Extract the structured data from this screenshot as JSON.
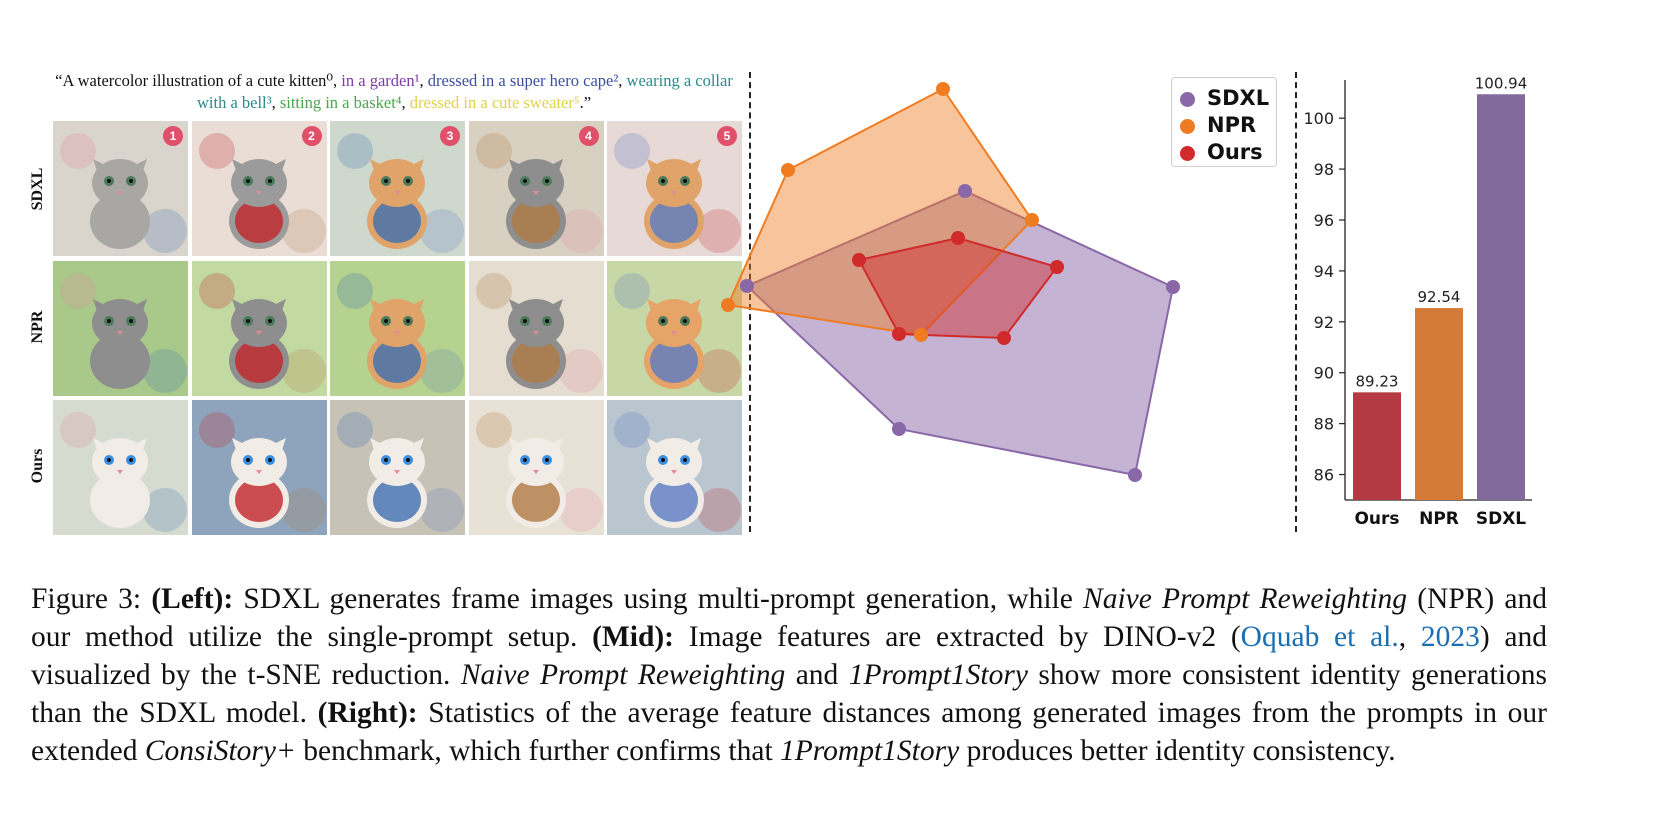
{
  "prompt": {
    "open_quote": "“",
    "p0": "A watercolor illustration of a cute kitten⁰",
    "sep0": ", ",
    "p1": "in a garden¹",
    "sep1": ", ",
    "p2": "dressed in a super hero cape²",
    "sep2": ", ",
    "p3": "wearing a collar with a bell³",
    "sep3": ", ",
    "p4": "sitting in a basket⁴",
    "sep4": ", ",
    "p5": "dressed in a cute sweater⁵",
    "close_quote": ".”",
    "colors": {
      "p0": "#111111",
      "p1": "#7b3aa5",
      "p2": "#3b4fa0",
      "p3": "#2a8a8a",
      "p4": "#4aa84a",
      "p5": "#e0d24a"
    }
  },
  "grid": {
    "rows": [
      {
        "label": "SDXL"
      },
      {
        "label": "NPR"
      },
      {
        "label": "Ours"
      }
    ],
    "badges": [
      "1",
      "2",
      "3",
      "4",
      "5"
    ],
    "scenes": [
      "garden",
      "superhero cape",
      "collar with bell",
      "basket",
      "sweater"
    ]
  },
  "legend": [
    {
      "name": "SDXL",
      "color": "#8a68a8"
    },
    {
      "name": "NPR",
      "color": "#f07c22"
    },
    {
      "name": "Ours",
      "color": "#d12a2a"
    }
  ],
  "tsne": {
    "SDXL": [
      [
        747,
        286
      ],
      [
        965,
        191
      ],
      [
        1173,
        287
      ],
      [
        1135,
        475
      ],
      [
        899,
        429
      ]
    ],
    "NPR": [
      [
        728,
        305
      ],
      [
        788,
        170
      ],
      [
        943,
        89
      ],
      [
        1032,
        220
      ],
      [
        921,
        335
      ]
    ],
    "Ours": [
      [
        859,
        260
      ],
      [
        958,
        238
      ],
      [
        1057,
        267
      ],
      [
        1004,
        338
      ],
      [
        899,
        334
      ]
    ],
    "colors": {
      "SDXL": "#8a68a8",
      "NPR": "#f07c22",
      "Ours": "#d12a2a"
    }
  },
  "chart_data": {
    "type": "bar",
    "categories": [
      "Ours",
      "NPR",
      "SDXL"
    ],
    "values": [
      89.23,
      92.54,
      100.94
    ],
    "value_labels": [
      "89.23",
      "92.54",
      "100.94"
    ],
    "colors": [
      "#b33a40",
      "#d67a38",
      "#826a9c"
    ],
    "yticks": [
      86,
      88,
      90,
      92,
      94,
      96,
      98,
      100
    ],
    "ylim": [
      85,
      101.5
    ],
    "grid": false,
    "title": "",
    "xlabel": "",
    "ylabel": ""
  },
  "caption": {
    "fig": "Figure 3: ",
    "left_label": "(Left):",
    "t1": " SDXL generates frame images using multi-prompt generation, while ",
    "i1": "Naive Prompt Reweighting",
    "t2": " (NPR) and our method utilize the single-prompt setup. ",
    "mid_label": "(Mid):",
    "t3": " Image features are extracted by DINO-v2 (",
    "cite_author": "Oquab et al.",
    "cite_sep": ", ",
    "cite_year": "2023",
    "t4": ") and visualized by the t-SNE reduction. ",
    "i2": "Naive Prompt Reweighting",
    "t5": " and ",
    "i3": "1Prompt1Story",
    "t6": " show more consistent identity generations than the SDXL model. ",
    "right_label": "(Right):",
    "t7": " Statistics of the average feature distances among generated images from the prompts in our extended ",
    "i4": "ConsiStory+",
    "t8": " benchmark, which further confirms that ",
    "i5": "1Prompt1Story",
    "t9": " produces better identity consistency."
  }
}
